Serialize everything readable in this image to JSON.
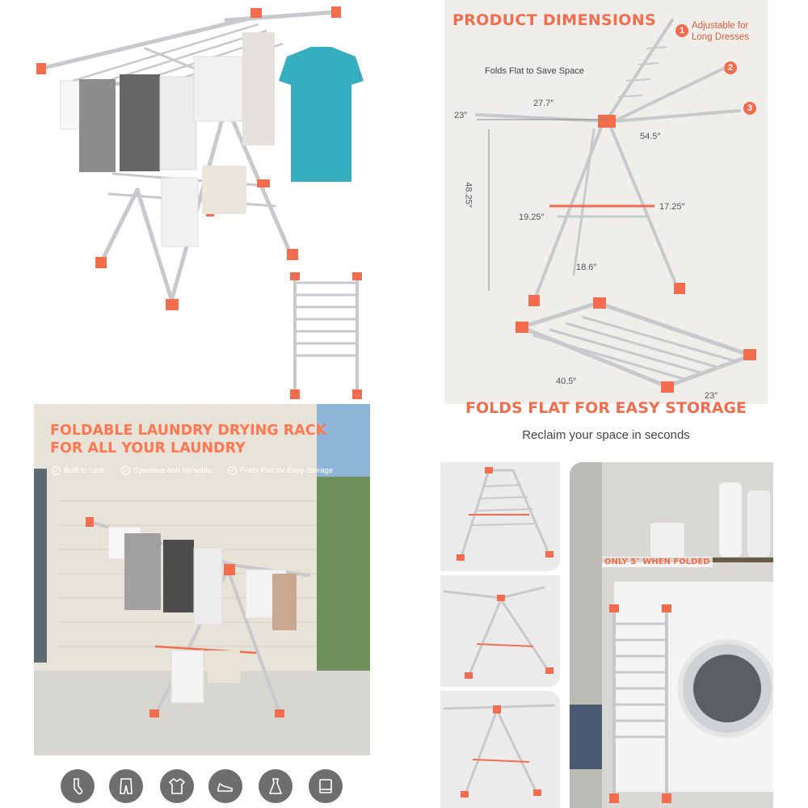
{
  "dimensions_panel": {
    "title": "PRODUCT DIMENSIONS",
    "callouts": [
      {
        "num": "1",
        "text": "Adjustable for Long Dresses"
      },
      {
        "num": "2",
        "text": ""
      },
      {
        "num": "3",
        "text": ""
      }
    ],
    "fold_note": "Folds Flat to Save Space",
    "dims": {
      "width_top": "27.7″",
      "depth_left": "23″",
      "wing_span": "54.5″",
      "height": "48.25″",
      "shelf_left": "19.25″",
      "shelf_right": "17.25″",
      "base": "18.6″",
      "folded_length": "40.5″",
      "folded_width": "23″"
    }
  },
  "storage": {
    "title": "FOLDS FLAT FOR EASY STORAGE",
    "subtitle": "Reclaim your space in seconds"
  },
  "lifestyle": {
    "title_line1": "FOLDABLE LAUNDRY DRYING RACK",
    "title_line2": "FOR ALL YOUR LAUNDRY",
    "features": [
      "Built to Last",
      "Spacious and Versatile",
      "Folds Flat for Easy Storage"
    ]
  },
  "folded": {
    "badge": "ONLY 5″ WHEN FOLDED"
  },
  "icons": [
    "socks-icon",
    "pants-icon",
    "shirt-icon",
    "shoe-icon",
    "dress-icon",
    "towel-icon"
  ],
  "colors": {
    "accent": "#f26d4e",
    "rail": "#c7c9cc",
    "icon_bg": "#6e6e6e"
  }
}
